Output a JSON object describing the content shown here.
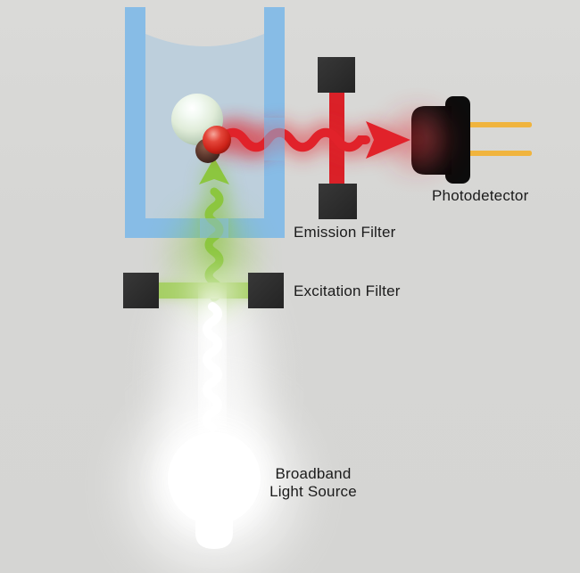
{
  "diagram": {
    "labels": {
      "emission_filter": "Emission Filter",
      "excitation_filter": "Excitation Filter",
      "photodetector": "Photodetector",
      "light_source_line1": "Broadband",
      "light_source_line2": "Light Source"
    },
    "colors": {
      "background": "#d6d6d4",
      "cuvette_glass": "#87bce6",
      "cuvette_liquid": "#bdcfdc",
      "excitation_green_beam": "#8cc63f",
      "excitation_green_filter": "#a6cf65",
      "emission_red": "#e1222a",
      "filter_block_dark": "#2b2b2b",
      "photodetector_black": "#0d0d0d",
      "lead_yellow": "#f0b43e",
      "light_source_white": "#ffffff",
      "label_text": "#1b1b1b"
    }
  }
}
